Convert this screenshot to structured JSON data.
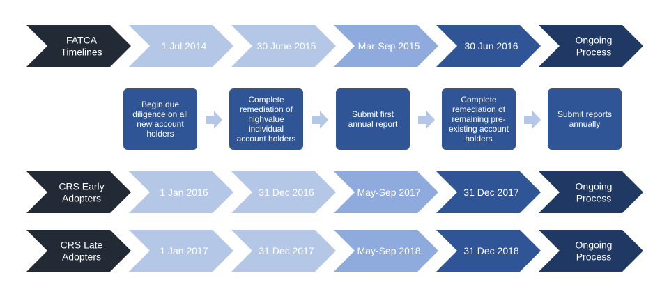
{
  "rows": [
    {
      "id": "fatca",
      "labels": [
        "FATCA\nTimelines",
        "1 Jul 2014",
        "30 June 2015",
        "Mar-Sep 2015",
        "30 Jun 2016",
        "Ongoing\nProcess"
      ]
    },
    {
      "id": "crs-early",
      "labels": [
        "CRS Early\nAdopters",
        "1 Jan 2016",
        "31 Dec 2016",
        "May-Sep 2017",
        "31 Dec 2017",
        "Ongoing\nProcess"
      ]
    },
    {
      "id": "crs-late",
      "labels": [
        "CRS Late\nAdopters",
        "1 Jan 2017",
        "31 Dec 2017",
        "May-Sep 2018",
        "31 Dec 2018",
        "Ongoing\nProcess"
      ]
    }
  ],
  "steps": [
    "Begin due\ndiligence on all\nnew account\nholders",
    "Complete\nremediation of\nhighvalue\nindividual\naccount holders",
    "Submit first\nannual report",
    "Complete\nremediation of\nremaining pre-\nexisting account\nholders",
    "Submit reports\nannually"
  ],
  "colors": {
    "dark": "#222a35",
    "light": "#b4c7e7",
    "medium": "#8faadc",
    "blue": "#2f5597",
    "navy": "#1f3864",
    "box": "#2f5597",
    "box_arrow": "#b4c7e7",
    "text_light": "#ffffff"
  }
}
